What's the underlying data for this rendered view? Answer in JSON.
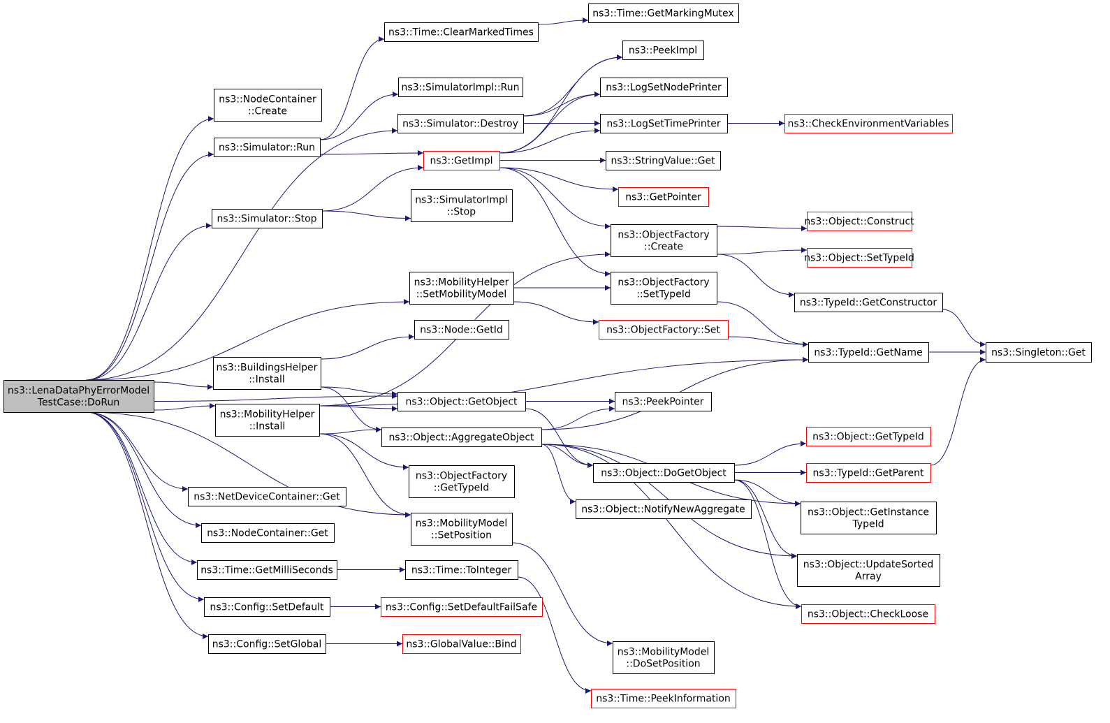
{
  "nodes": [
    {
      "id": "root",
      "lines": [
        "ns3::LenaDataPhyErrorModel",
        "TestCase::DoRun"
      ],
      "style": "root"
    },
    {
      "id": "nodecontainer_create",
      "lines": [
        "ns3::NodeContainer",
        "::Create"
      ],
      "style": "normal"
    },
    {
      "id": "simulator_run",
      "lines": [
        "ns3::Simulator::Run"
      ],
      "style": "normal"
    },
    {
      "id": "simulator_stop",
      "lines": [
        "ns3::Simulator::Stop"
      ],
      "style": "normal"
    },
    {
      "id": "simulator_destroy",
      "lines": [
        "ns3::Simulator::Destroy"
      ],
      "style": "normal"
    },
    {
      "id": "time_clearmarkedtimes",
      "lines": [
        "ns3::Time::ClearMarkedTimes"
      ],
      "style": "normal"
    },
    {
      "id": "simulatorimpl_run",
      "lines": [
        "ns3::SimulatorImpl::Run"
      ],
      "style": "normal"
    },
    {
      "id": "getimpl",
      "lines": [
        "ns3::GetImpl"
      ],
      "style": "red"
    },
    {
      "id": "simulatorimpl_stop",
      "lines": [
        "ns3::SimulatorImpl",
        "::Stop"
      ],
      "style": "normal"
    },
    {
      "id": "time_getmarkingmutex",
      "lines": [
        "ns3::Time::GetMarkingMutex"
      ],
      "style": "normal"
    },
    {
      "id": "peekimpl",
      "lines": [
        "ns3::PeekImpl"
      ],
      "style": "normal"
    },
    {
      "id": "logsetnodeprinter",
      "lines": [
        "ns3::LogSetNodePrinter"
      ],
      "style": "normal"
    },
    {
      "id": "logsettimeprinter",
      "lines": [
        "ns3::LogSetTimePrinter"
      ],
      "style": "normal"
    },
    {
      "id": "checkenvironmentvariables",
      "lines": [
        "ns3::CheckEnvironmentVariables"
      ],
      "style": "red"
    },
    {
      "id": "stringvalue_get",
      "lines": [
        "ns3::StringValue::Get"
      ],
      "style": "normal"
    },
    {
      "id": "getpointer",
      "lines": [
        "ns3::GetPointer"
      ],
      "style": "red"
    },
    {
      "id": "objectfactory_create",
      "lines": [
        "ns3::ObjectFactory",
        "::Create"
      ],
      "style": "normal"
    },
    {
      "id": "object_construct",
      "lines": [
        "ns3::Object::Construct"
      ],
      "style": "red"
    },
    {
      "id": "object_settypeid",
      "lines": [
        "ns3::Object::SetTypeId"
      ],
      "style": "red"
    },
    {
      "id": "typeid_getconstructor",
      "lines": [
        "ns3::TypeId::GetConstructor"
      ],
      "style": "normal"
    },
    {
      "id": "mobilityhelper_setmobilitymodel",
      "lines": [
        "ns3::MobilityHelper",
        "::SetMobilityModel"
      ],
      "style": "normal"
    },
    {
      "id": "objectfactory_settypeid",
      "lines": [
        "ns3::ObjectFactory",
        "::SetTypeId"
      ],
      "style": "normal"
    },
    {
      "id": "objectfactory_set",
      "lines": [
        "ns3::ObjectFactory::Set"
      ],
      "style": "red"
    },
    {
      "id": "node_getid",
      "lines": [
        "ns3::Node::GetId"
      ],
      "style": "normal"
    },
    {
      "id": "typeid_getname",
      "lines": [
        "ns3::TypeId::GetName"
      ],
      "style": "normal"
    },
    {
      "id": "singleton_get",
      "lines": [
        "ns3::Singleton::Get"
      ],
      "style": "normal"
    },
    {
      "id": "buildingshelper_install",
      "lines": [
        "ns3::BuildingsHelper",
        "::Install"
      ],
      "style": "normal"
    },
    {
      "id": "mobilityhelper_install",
      "lines": [
        "ns3::MobilityHelper",
        "::Install"
      ],
      "style": "normal"
    },
    {
      "id": "object_getobject",
      "lines": [
        "ns3::Object::GetObject"
      ],
      "style": "normal"
    },
    {
      "id": "peekpointer",
      "lines": [
        "ns3::PeekPointer"
      ],
      "style": "normal"
    },
    {
      "id": "object_aggregateobject",
      "lines": [
        "ns3::Object::AggregateObject"
      ],
      "style": "normal"
    },
    {
      "id": "object_gettypeid",
      "lines": [
        "ns3::Object::GetTypeId"
      ],
      "style": "red"
    },
    {
      "id": "object_dogetobject",
      "lines": [
        "ns3::Object::DoGetObject"
      ],
      "style": "normal"
    },
    {
      "id": "typeid_getparent",
      "lines": [
        "ns3::TypeId::GetParent"
      ],
      "style": "red"
    },
    {
      "id": "objectfactory_gettypeid",
      "lines": [
        "ns3::ObjectFactory",
        "::GetTypeId"
      ],
      "style": "normal"
    },
    {
      "id": "netdevicecontainer_get",
      "lines": [
        "ns3::NetDeviceContainer::Get"
      ],
      "style": "normal"
    },
    {
      "id": "object_notifynewaggregate",
      "lines": [
        "ns3::Object::NotifyNewAggregate"
      ],
      "style": "normal"
    },
    {
      "id": "object_getinstancetypeid",
      "lines": [
        "ns3::Object::GetInstance",
        "TypeId"
      ],
      "style": "normal"
    },
    {
      "id": "mobilitymodel_setposition",
      "lines": [
        "ns3::MobilityModel",
        "::SetPosition"
      ],
      "style": "normal"
    },
    {
      "id": "nodecontainer_get",
      "lines": [
        "ns3::NodeContainer::Get"
      ],
      "style": "normal"
    },
    {
      "id": "object_updatesortedarray",
      "lines": [
        "ns3::Object::UpdateSorted",
        "Array"
      ],
      "style": "normal"
    },
    {
      "id": "time_getmilliseconds",
      "lines": [
        "ns3::Time::GetMilliSeconds"
      ],
      "style": "normal"
    },
    {
      "id": "time_tointeger",
      "lines": [
        "ns3::Time::ToInteger"
      ],
      "style": "normal"
    },
    {
      "id": "config_setdefault",
      "lines": [
        "ns3::Config::SetDefault"
      ],
      "style": "normal"
    },
    {
      "id": "config_setdefaultfailsafe",
      "lines": [
        "ns3::Config::SetDefaultFailSafe"
      ],
      "style": "red"
    },
    {
      "id": "object_checkloose",
      "lines": [
        "ns3::Object::CheckLoose"
      ],
      "style": "red"
    },
    {
      "id": "config_setglobal",
      "lines": [
        "ns3::Config::SetGlobal"
      ],
      "style": "normal"
    },
    {
      "id": "globalvalue_bind",
      "lines": [
        "ns3::GlobalValue::Bind"
      ],
      "style": "red"
    },
    {
      "id": "mobilitymodel_dosetposition",
      "lines": [
        "ns3::MobilityModel",
        "::DoSetPosition"
      ],
      "style": "normal"
    },
    {
      "id": "time_peekinformation",
      "lines": [
        "ns3::Time::PeekInformation"
      ],
      "style": "red"
    }
  ],
  "edges": [
    [
      "root",
      "nodecontainer_create"
    ],
    [
      "root",
      "simulator_run"
    ],
    [
      "root",
      "simulator_destroy"
    ],
    [
      "root",
      "simulator_stop"
    ],
    [
      "root",
      "mobilityhelper_setmobilitymodel"
    ],
    [
      "root",
      "object_getobject"
    ],
    [
      "root",
      "buildingshelper_install"
    ],
    [
      "root",
      "mobilityhelper_install"
    ],
    [
      "root",
      "mobilitymodel_setposition"
    ],
    [
      "root",
      "netdevicecontainer_get"
    ],
    [
      "root",
      "nodecontainer_get"
    ],
    [
      "root",
      "time_getmilliseconds"
    ],
    [
      "root",
      "config_setdefault"
    ],
    [
      "root",
      "config_setglobal"
    ],
    [
      "simulator_run",
      "time_clearmarkedtimes"
    ],
    [
      "simulator_run",
      "simulatorimpl_run"
    ],
    [
      "simulator_run",
      "getimpl"
    ],
    [
      "time_clearmarkedtimes",
      "time_getmarkingmutex"
    ],
    [
      "simulator_destroy",
      "peekimpl"
    ],
    [
      "simulator_destroy",
      "logsetnodeprinter"
    ],
    [
      "simulator_destroy",
      "logsettimeprinter"
    ],
    [
      "simulator_stop",
      "getimpl"
    ],
    [
      "simulator_stop",
      "simulatorimpl_stop"
    ],
    [
      "getimpl",
      "peekimpl"
    ],
    [
      "getimpl",
      "logsetnodeprinter"
    ],
    [
      "getimpl",
      "logsettimeprinter"
    ],
    [
      "getimpl",
      "stringvalue_get"
    ],
    [
      "getimpl",
      "getpointer"
    ],
    [
      "getimpl",
      "objectfactory_create"
    ],
    [
      "getimpl",
      "objectfactory_settypeid"
    ],
    [
      "logsettimeprinter",
      "checkenvironmentvariables"
    ],
    [
      "objectfactory_create",
      "object_construct"
    ],
    [
      "objectfactory_create",
      "object_settypeid"
    ],
    [
      "objectfactory_create",
      "typeid_getconstructor"
    ],
    [
      "typeid_getconstructor",
      "singleton_get"
    ],
    [
      "mobilityhelper_setmobilitymodel",
      "objectfactory_settypeid"
    ],
    [
      "mobilityhelper_setmobilitymodel",
      "objectfactory_set"
    ],
    [
      "objectfactory_settypeid",
      "typeid_getname"
    ],
    [
      "objectfactory_set",
      "typeid_getname"
    ],
    [
      "typeid_getname",
      "singleton_get"
    ],
    [
      "buildingshelper_install",
      "node_getid"
    ],
    [
      "buildingshelper_install",
      "object_getobject"
    ],
    [
      "buildingshelper_install",
      "object_aggregateobject"
    ],
    [
      "mobilityhelper_install",
      "objectfactory_create"
    ],
    [
      "mobilityhelper_install",
      "typeid_getname"
    ],
    [
      "mobilityhelper_install",
      "object_getobject"
    ],
    [
      "mobilityhelper_install",
      "object_aggregateobject"
    ],
    [
      "mobilityhelper_install",
      "objectfactory_gettypeid"
    ],
    [
      "mobilityhelper_install",
      "mobilitymodel_setposition"
    ],
    [
      "object_getobject",
      "peekpointer"
    ],
    [
      "object_getobject",
      "object_dogetobject"
    ],
    [
      "object_aggregateobject",
      "peekpointer"
    ],
    [
      "object_aggregateobject",
      "typeid_getname"
    ],
    [
      "object_aggregateobject",
      "object_dogetobject"
    ],
    [
      "object_aggregateobject",
      "object_notifynewaggregate"
    ],
    [
      "object_aggregateobject",
      "object_getinstancetypeid"
    ],
    [
      "object_aggregateobject",
      "object_updatesortedarray"
    ],
    [
      "object_aggregateobject",
      "object_checkloose"
    ],
    [
      "object_dogetobject",
      "object_gettypeid"
    ],
    [
      "object_dogetobject",
      "typeid_getparent"
    ],
    [
      "object_dogetobject",
      "object_getinstancetypeid"
    ],
    [
      "object_dogetobject",
      "object_updatesortedarray"
    ],
    [
      "object_dogetobject",
      "object_checkloose"
    ],
    [
      "typeid_getparent",
      "singleton_get"
    ],
    [
      "mobilitymodel_setposition",
      "mobilitymodel_dosetposition"
    ],
    [
      "time_getmilliseconds",
      "time_tointeger"
    ],
    [
      "time_tointeger",
      "time_peekinformation"
    ],
    [
      "config_setdefault",
      "config_setdefaultfailsafe"
    ],
    [
      "config_setglobal",
      "globalvalue_bind"
    ]
  ],
  "colors": {
    "edge": "#191970",
    "node_border": "#000000",
    "node_border_red": "#ff0000",
    "root_fill": "#bfbfbf",
    "background": "#ffffff"
  }
}
